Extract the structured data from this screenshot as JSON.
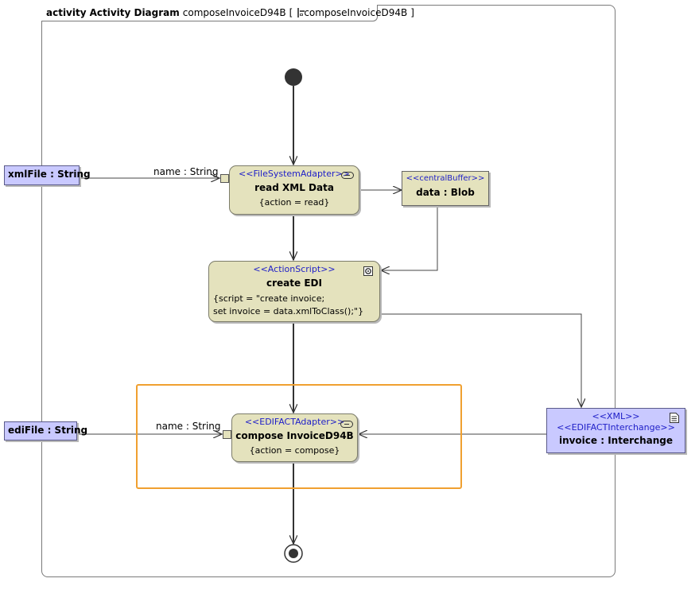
{
  "frame": {
    "kind": "activity",
    "diagram_type": "Activity Diagram",
    "name": "composeInvoiceD94B",
    "bracket_open": "[",
    "ref_name": "composeInvoiceD94B",
    "bracket_close": "]"
  },
  "parameters": {
    "xml_file": "xmlFile : String",
    "edi_file": "ediFile : String"
  },
  "actions": {
    "read_xml": {
      "stereotype": "<<FileSystemAdapter>>",
      "name": "read XML Data",
      "property": "{action = read}"
    },
    "create_edi": {
      "stereotype": "<<ActionScript>>",
      "name": "create EDI",
      "script_line1": "{script = \"create invoice;",
      "script_line2": "set invoice = data.xmlToClass();\"}"
    },
    "compose_invoice": {
      "stereotype": "<<EDIFACTAdapter>>",
      "name": "compose InvoiceD94B",
      "property": "{action = compose}"
    }
  },
  "central_buffer": {
    "stereotype": "<<centralBuffer>>",
    "name": "data : Blob"
  },
  "object_node": {
    "stereotype1": "<<XML>>",
    "stereotype2": "<<EDIFACTInterchange>>",
    "name": "invoice : Interchange"
  },
  "flow_labels": {
    "xml_pin": "name : String",
    "edi_pin": "name : String"
  },
  "colors": {
    "action_fill": "#e4e2bd",
    "parameter_fill": "#c9c9ff",
    "stereotype_text": "#2020c8",
    "highlight_border": "#f0a030"
  }
}
